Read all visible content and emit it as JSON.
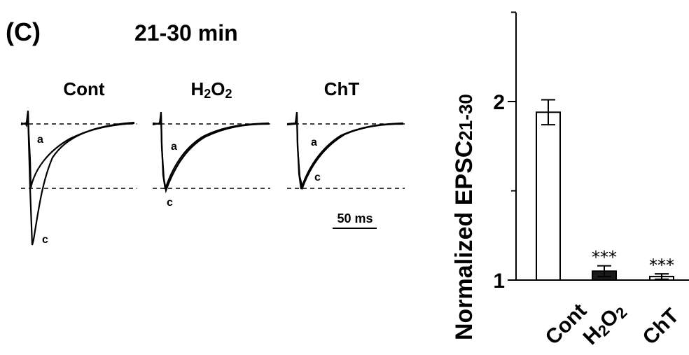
{
  "panel_label": "(C)",
  "time_window": "21-30 min",
  "traces": {
    "groups": [
      {
        "name": "Cont",
        "labels": [
          "a",
          "c"
        ]
      },
      {
        "name_main": "H",
        "name_sub1": "2",
        "name_mid": "O",
        "name_sub2": "2",
        "labels": [
          "a",
          "c"
        ]
      },
      {
        "name": "ChT",
        "labels": [
          "a",
          "c"
        ]
      }
    ],
    "scale_bar": "50 ms"
  },
  "chart_data": {
    "type": "bar",
    "ylabel_main": "Normalized EPSC",
    "ylabel_sub": "21-30",
    "categories": [
      {
        "main": "Cont"
      },
      {
        "main": "H",
        "sub1": "2",
        "mid": "O",
        "sub2": "2"
      },
      {
        "main": "ChT"
      }
    ],
    "values": [
      1.94,
      1.05,
      1.02
    ],
    "errors": [
      0.07,
      0.03,
      0.015
    ],
    "significance": [
      "",
      "***",
      "***"
    ],
    "bar_fill": [
      "#ffffff",
      "#1a1a1a",
      "#ffffff"
    ],
    "yticks": [
      1,
      2
    ],
    "ylim": [
      1,
      2.5
    ],
    "grid": false
  }
}
